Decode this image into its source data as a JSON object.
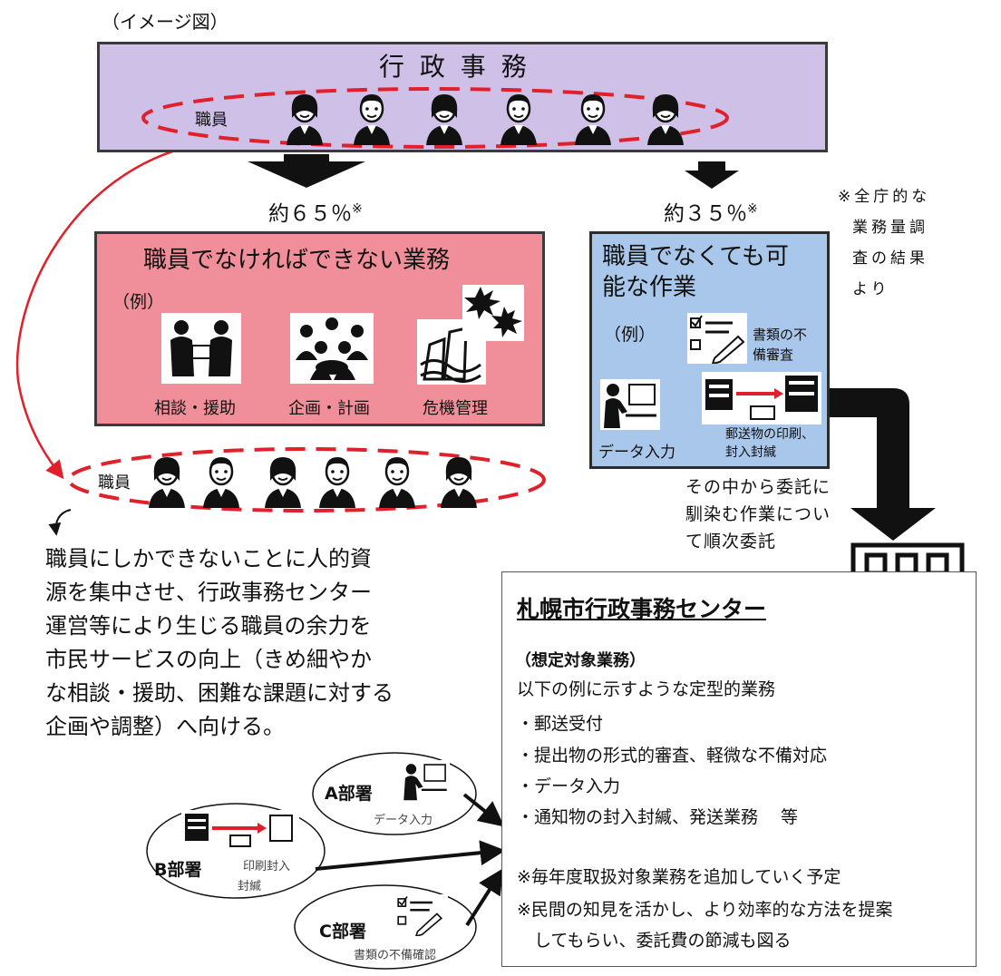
{
  "caption": "（イメージ図）",
  "admin": {
    "title": "行 政 事 務",
    "staff_label": "職員"
  },
  "pct_left": {
    "value": "約６５％",
    "mark": "※"
  },
  "pct_right": {
    "value": "約３５％",
    "mark": "※"
  },
  "note_survey": [
    "※全庁的な",
    "業務量調",
    "査の結果",
    "より"
  ],
  "staff_only": {
    "title": "職員でなければできない業務",
    "example_label": "（例）",
    "items": [
      "相談・援助",
      "企画・計画",
      "危機管理"
    ]
  },
  "non_staff": {
    "title_line1": "職員でなくても可",
    "title_line2": "能な作業",
    "example_label": "（例）",
    "items": {
      "check_documents": [
        "書類の不",
        "備審査"
      ],
      "data_entry": "データ入力",
      "printing": [
        "郵送物の印刷、",
        "封入封緘"
      ]
    }
  },
  "outsourcing_note": [
    "その中から委託に",
    "馴染む作業につい",
    "て順次委託"
  ],
  "staff_lower_label": "職員",
  "concentrate_text": [
    "職員にしかできないことに人的資",
    "源を集中させ、行政事務センター",
    "運営等により生じる職員の余力を",
    "市民サービスの向上（きめ細やか",
    "な相談・援助、困難な課題に対する",
    "企画や調整）へ向ける。"
  ],
  "center": {
    "title": "札幌市行政事務センター",
    "target_heading": "（想定対象業務）",
    "intro": "以下の例に示すような定型的業務",
    "tasks": [
      "・郵送受付",
      "・提出物の形式的審査、軽微な不備対応",
      "・データ入力",
      "・通知物の封入封緘、発送業務　 等"
    ],
    "notes": [
      "※毎年度取扱対象業務を追加していく予定",
      "※民間の知見を活かし、より効率的な方法を提案",
      "　してもらい、委託費の節減も図る"
    ]
  },
  "departments": {
    "a": {
      "name": "A部署",
      "task": "データ入力"
    },
    "b": {
      "name": "B部署",
      "task_line1": "印刷封入",
      "task_line2": "封緘"
    },
    "c": {
      "name": "C部署",
      "task": "書類の不備確認"
    }
  },
  "colors": {
    "admin_bg": "#cfc0e8",
    "staff_only_bg": "#f08f99",
    "non_staff_bg": "#a9c7ea",
    "dashed_red": "#e0202a",
    "arrow_red": "#e0202a"
  }
}
